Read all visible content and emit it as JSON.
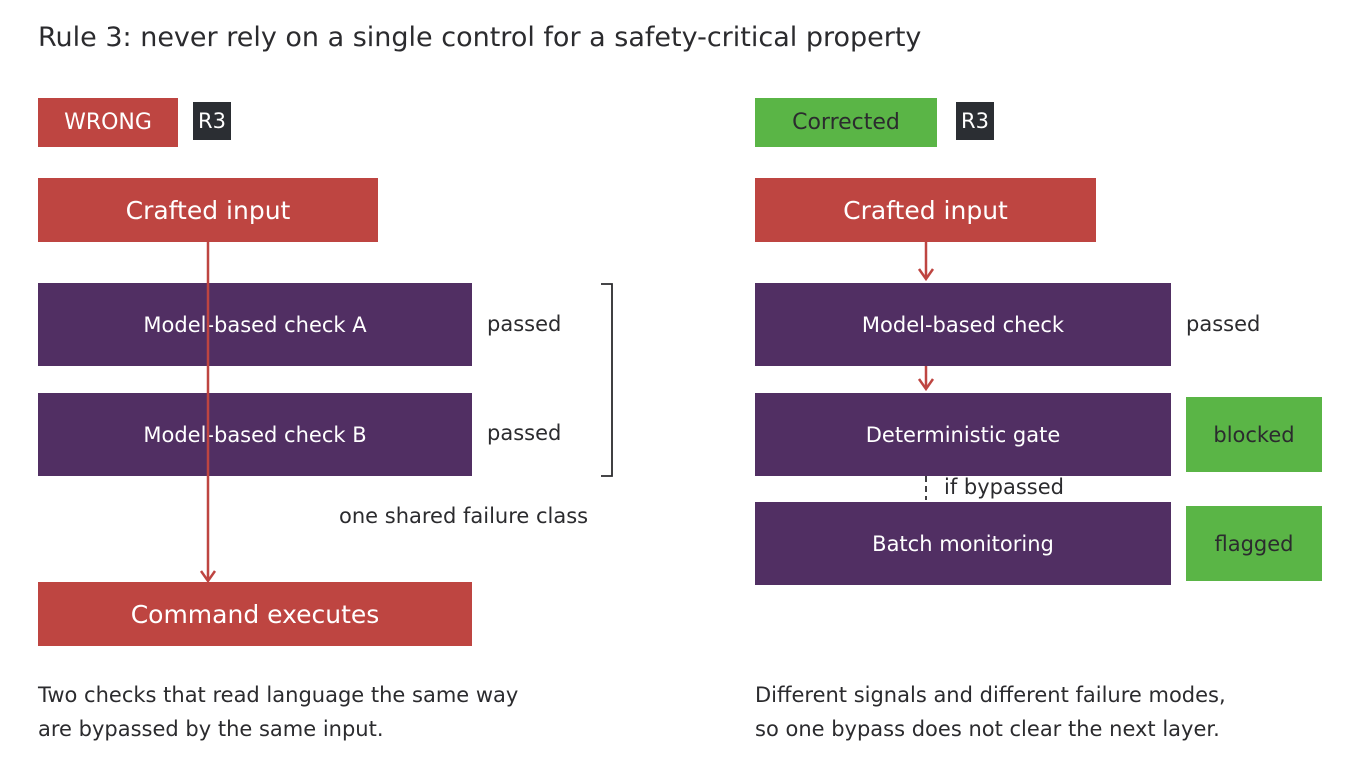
{
  "title": "Rule 3: never rely on a single control for a safety-critical property",
  "colors": {
    "red": "#be4541",
    "purple": "#512f63",
    "green": "#5ab546",
    "dark": "#2b2e33",
    "text": "#2b2b2e"
  },
  "left": {
    "tag": "WRONG",
    "rule_tag": "R3",
    "input": "Crafted input",
    "check_a": "Model-based check A",
    "check_a_result": "passed",
    "check_b": "Model-based check B",
    "check_b_result": "passed",
    "bracket_label": "one shared failure class",
    "outcome": "Command executes",
    "caption_line1": "Two checks that read language the same way",
    "caption_line2": "are bypassed by the same input."
  },
  "right": {
    "tag": "Corrected",
    "rule_tag": "R3",
    "input": "Crafted input",
    "check": "Model-based check",
    "check_result": "passed",
    "gate": "Deterministic gate",
    "gate_result": "blocked",
    "bypass_label": "if bypassed",
    "monitor": "Batch monitoring",
    "monitor_result": "flagged",
    "caption_line1": "Different signals and different failure modes,",
    "caption_line2": "so one bypass does not clear the next layer."
  }
}
